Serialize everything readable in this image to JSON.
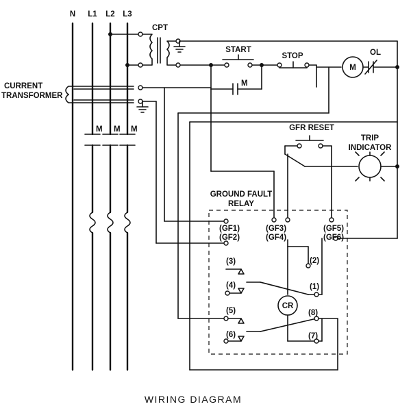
{
  "title": "WIRING DIAGRAM",
  "lines": {
    "n": "N",
    "l1": "L1",
    "l2": "L2",
    "l3": "L3"
  },
  "components": {
    "cpt": "CPT",
    "start": "START",
    "stop": "STOP",
    "motor": "M",
    "ol": "OL",
    "m_contact": "M",
    "main_contacts": [
      "M",
      "M",
      "M"
    ],
    "current_transformer": [
      "CURRENT",
      "TRANSFORMER"
    ],
    "gfr_reset": "GFR RESET",
    "trip_indicator": [
      "TRIP",
      "INDICATOR"
    ],
    "relay_title": [
      "GROUND FAULT",
      "RELAY"
    ],
    "relay_coil": "CR"
  },
  "relay_terminals": {
    "gf1": "(GF1)",
    "gf2": "(GF2)",
    "gf3": "(GF3)",
    "gf4": "(GF4)",
    "gf5": "(GF5)",
    "gf6": "(GF6)"
  },
  "contact_labels": {
    "c1": "(1)",
    "c2": "(2)",
    "c3": "(3)",
    "c4": "(4)",
    "c5": "(5)",
    "c6": "(6)",
    "c7": "(7)",
    "c8": "(8)"
  }
}
